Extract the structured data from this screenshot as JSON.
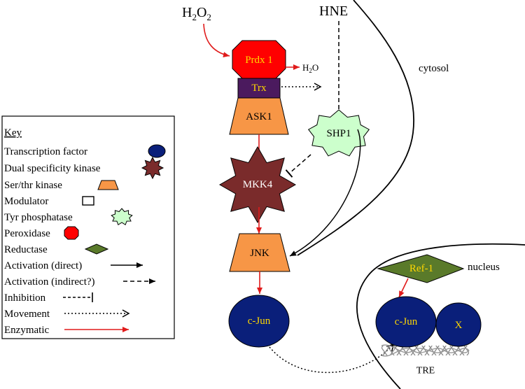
{
  "signals": {
    "h2o2": "H",
    "h2o2_sub": "2",
    "h2o2_o": "O",
    "h2o2_sub2": "2",
    "hne": "HNE"
  },
  "products": {
    "h2o_h": "H",
    "h2o_sub": "2",
    "h2o_o": "O"
  },
  "compartments": {
    "cytosol": "cytosol",
    "nucleus": "nucleus"
  },
  "nodes": {
    "prdx1": "Prdx 1",
    "trx": "Trx",
    "ask1": "ASK1",
    "shp1": "SHP1",
    "mkk4": "MKK4",
    "jnk": "JNK",
    "cjun_cyto": "c-Jun",
    "ref1": "Ref-1",
    "cjun_nuc": "c-Jun",
    "x": "X",
    "tre": "TRE"
  },
  "colors": {
    "transcription_factor": "#0a1f7a",
    "dual_kinase": "#7a2b2b",
    "ser_thr_kinase": "#f79646",
    "modulator": "#4b1a5e",
    "tyr_phosphatase": "#ccffcc",
    "peroxidase": "#ff0000",
    "reductase": "#5a7a2a",
    "enzymatic_arrow": "#e01b1b",
    "label_gold": "#ffd700"
  },
  "key": {
    "title": "Key",
    "items": [
      {
        "label": "Transcription factor",
        "symbol": "ellipse"
      },
      {
        "label": "Dual specificity kinase",
        "symbol": "star"
      },
      {
        "label": "Ser/thr kinase",
        "symbol": "trapezoid"
      },
      {
        "label": "Modulator",
        "symbol": "rect"
      },
      {
        "label": "Tyr phosphatase",
        "symbol": "burst"
      },
      {
        "label": "Peroxidase",
        "symbol": "octagon"
      },
      {
        "label": "Reductase",
        "symbol": "diamond"
      },
      {
        "label": "Activation (direct)",
        "symbol": "arrow-solid"
      },
      {
        "label": "Activation (indirect?)",
        "symbol": "arrow-dashed"
      },
      {
        "label": "Inhibition",
        "symbol": "inhibit-dashed"
      },
      {
        "label": "Movement",
        "symbol": "arrow-dotted"
      },
      {
        "label": "Enzymatic",
        "symbol": "arrow-red"
      }
    ]
  }
}
